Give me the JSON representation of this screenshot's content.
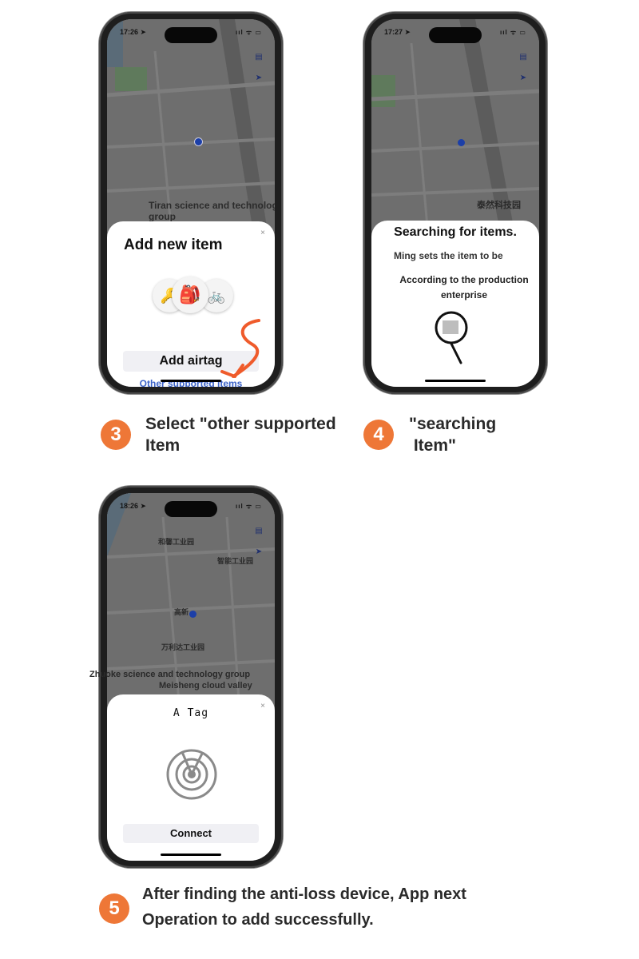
{
  "phone1": {
    "time": "17:26 ➤",
    "status": "ııl ᯤ ▭",
    "map_label": "Tiran science and technology group",
    "sheet_title": "Add new item",
    "close": "×",
    "primary_button": "Add airtag",
    "link": "Other supported items",
    "colors": {
      "link": "#3c63c8",
      "annotation": "#ef5b2b"
    }
  },
  "phone2": {
    "time": "17:27 ➤",
    "status": "ııl ᯤ ▭",
    "map_label": "泰然科技园",
    "sheet_title": "Searching for items.",
    "line1": "Ming sets the item to be",
    "line2": "According to the production enterprise"
  },
  "phone3": {
    "time": "18:26 ➤",
    "status": "ııl ᯤ ▭",
    "map_labels": {
      "a": "和馨工业园",
      "b": "智能工业园",
      "c": "高新",
      "d": "万利达工业园",
      "left": "Zhuoke science and technology group",
      "right": "Meisheng cloud valley"
    },
    "sheet_title": "A Tag",
    "close": "×",
    "primary_button": "Connect"
  },
  "steps": [
    {
      "number": "3",
      "text": "Select \"other supported\nItem"
    },
    {
      "number": "4",
      "text": "\"searching\n Item\""
    },
    {
      "number": "5",
      "text": "After finding the anti-loss device, App next\nOperation to add successfully."
    }
  ],
  "icons": {
    "key": "key-icon",
    "backpack": "backpack-icon",
    "bike": "bicycle-icon",
    "magnifier": "magnifier-icon",
    "radar": "radar-icon",
    "location": "location-arrow-icon",
    "map": "map-icon"
  },
  "colors": {
    "badge": "#ee7737",
    "text": "#2a2a2a"
  }
}
